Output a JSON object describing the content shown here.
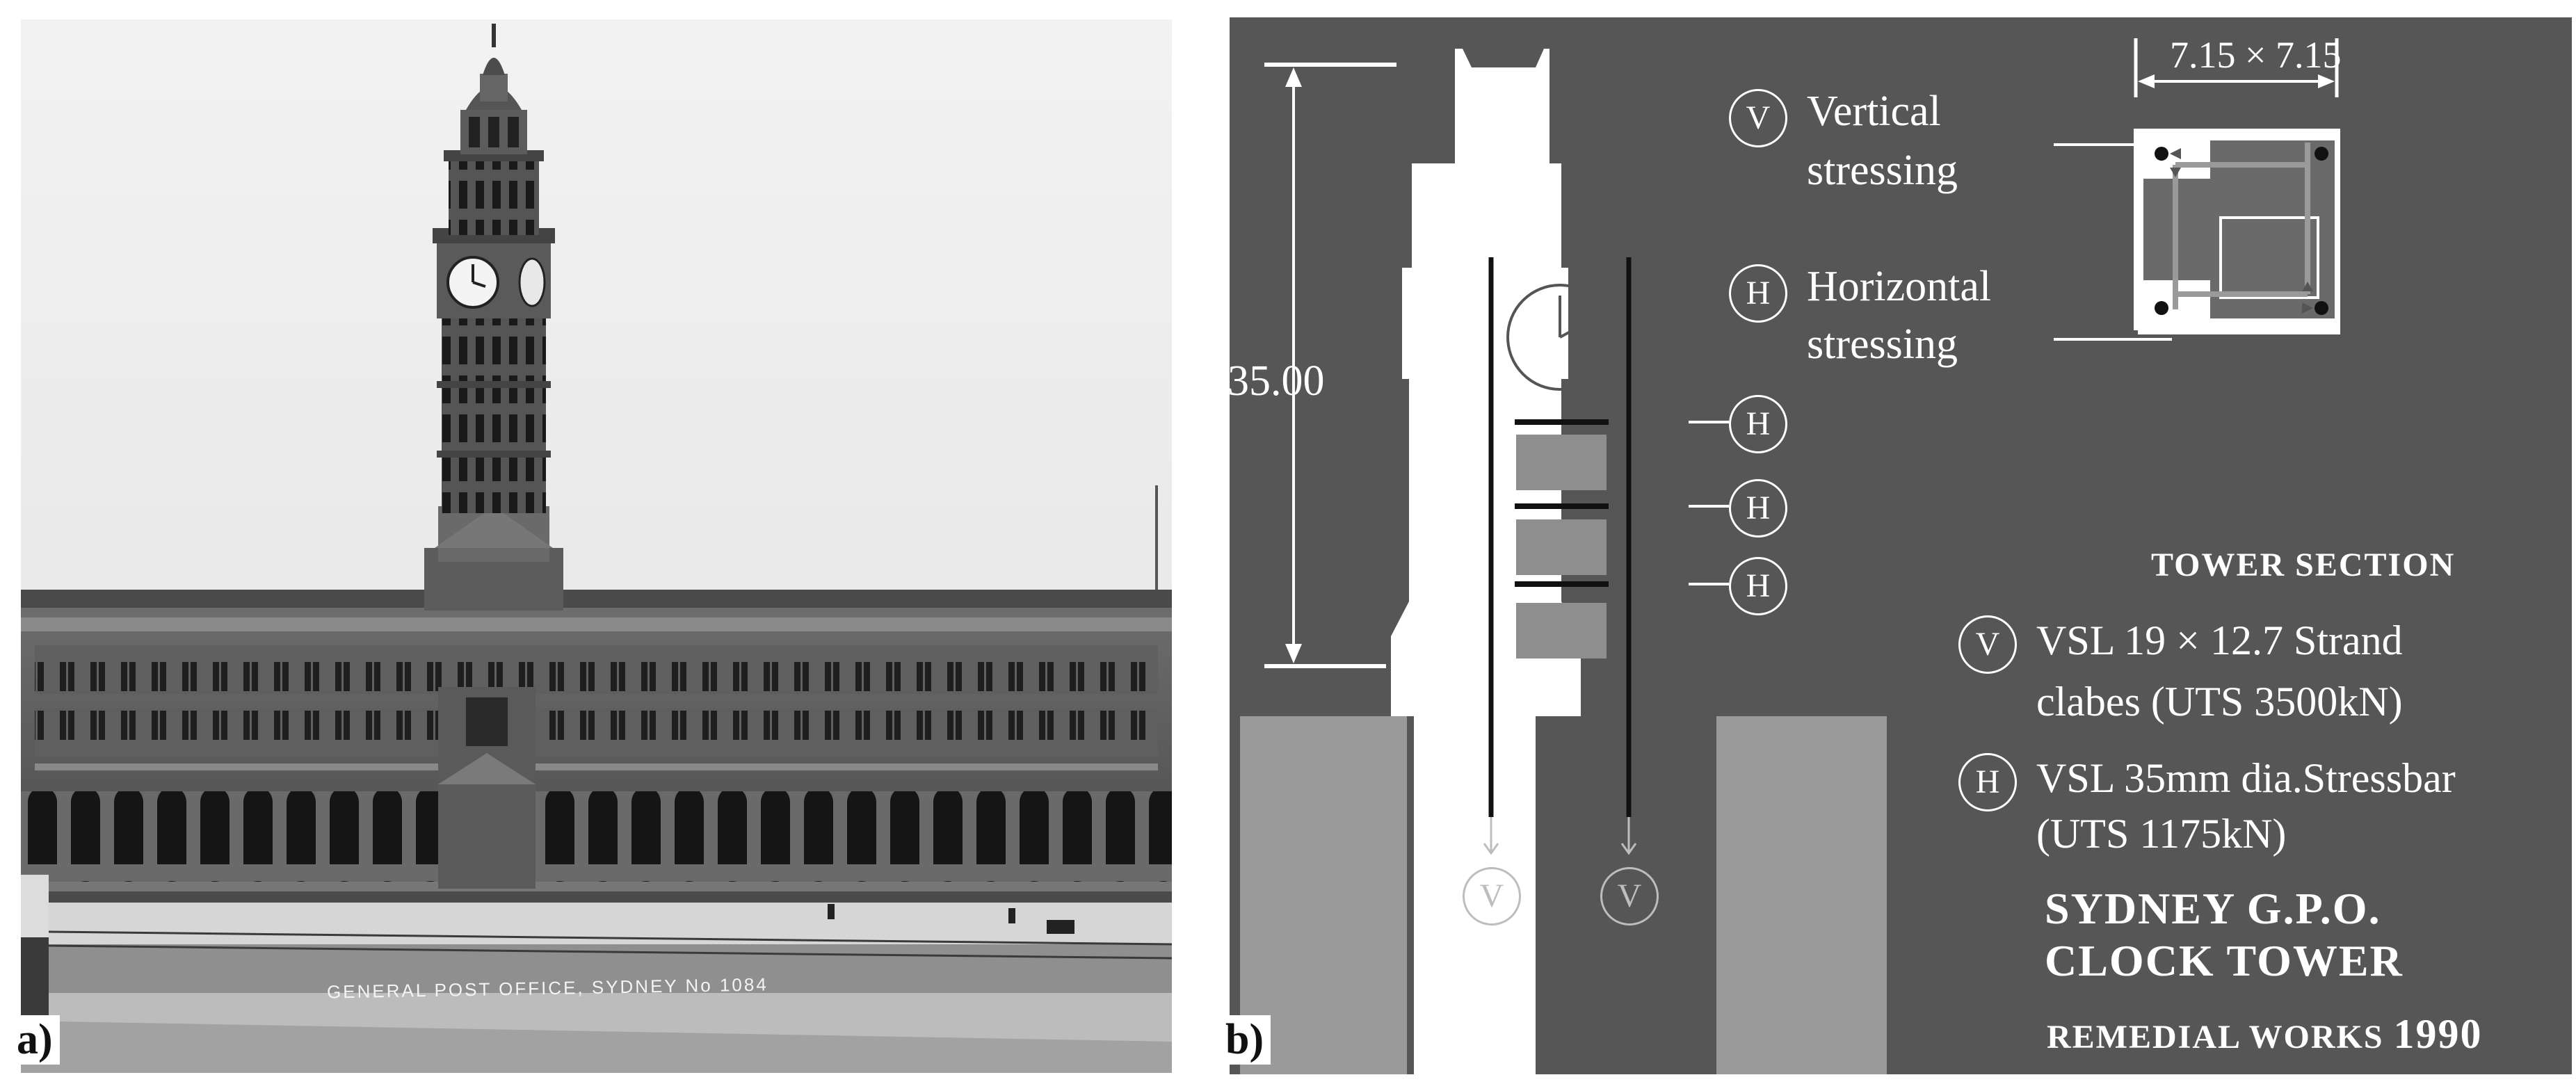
{
  "panel_a": {
    "label": "a)",
    "caption": "GENERAL POST OFFICE, SYDNEY     No 1084"
  },
  "panel_b": {
    "label": "b)",
    "height_dimension": "35.00",
    "section_dimension": "7.15 × 7.15",
    "legend": {
      "vertical_symbol": "V",
      "vertical_line1": "Vertical",
      "vertical_line2": "stressing",
      "horizontal_symbol": "H",
      "horizontal_line1": "Horizontal",
      "horizontal_line2": "stressing"
    },
    "tower_section_title": "TOWER SECTION",
    "spec_v_symbol": "V",
    "spec_v_line1": "VSL 19 × 12.7 Strand",
    "spec_v_line2": "clabes (UTS 3500kN)",
    "spec_h_symbol": "H",
    "spec_h_line1": "VSL 35mm dia.Stressbar",
    "spec_h_line2": "(UTS 1175kN)",
    "title_line1": "SYDNEY G.P.O.",
    "title_line2": "CLOCK TOWER",
    "remedial_text": "REMEDIAL WORKS",
    "remedial_year": "1990",
    "horizontal_markers": [
      "H",
      "H",
      "H"
    ],
    "vertical_markers": [
      "V",
      "V"
    ]
  },
  "colors": {
    "diagram_background": "#565656",
    "tower_fill": "#ffffff",
    "foundation_grey": "#9a9a9a",
    "block_grey": "#8e8e8e"
  }
}
